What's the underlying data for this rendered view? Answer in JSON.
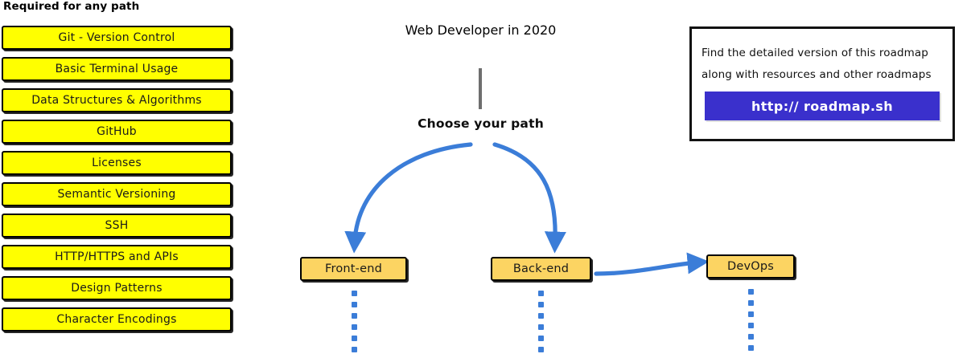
{
  "title": "Web Developer in 2020",
  "required_section": {
    "heading": "Required for any path",
    "items": [
      {
        "label": "Git - Version Control"
      },
      {
        "label": "Basic Terminal Usage"
      },
      {
        "label": "Data Structures & Algorithms"
      },
      {
        "label": "GitHub"
      },
      {
        "label": "Licenses"
      },
      {
        "label": "Semantic Versioning"
      },
      {
        "label": "SSH"
      },
      {
        "label": "HTTP/HTTPS and APIs"
      },
      {
        "label": "Design Patterns"
      },
      {
        "label": "Character Encodings"
      }
    ]
  },
  "center": {
    "choose_label": "Choose your path",
    "paths": [
      {
        "label": "Front-end"
      },
      {
        "label": "Back-end"
      },
      {
        "label": "DevOps"
      }
    ]
  },
  "info_box": {
    "line1": "Find the detailed version of this roadmap",
    "line2": "along with resources and other roadmaps",
    "link_label": "http:// roadmap.sh"
  },
  "colors": {
    "required_fill": "#FFFF00",
    "path_fill": "#FCD462",
    "arrow_blue": "#3B7DD8",
    "link_button": "#3A30CC",
    "stem_gray": "#6E6E6E",
    "outline": "#000000",
    "page_background": "#FFFFFF"
  }
}
